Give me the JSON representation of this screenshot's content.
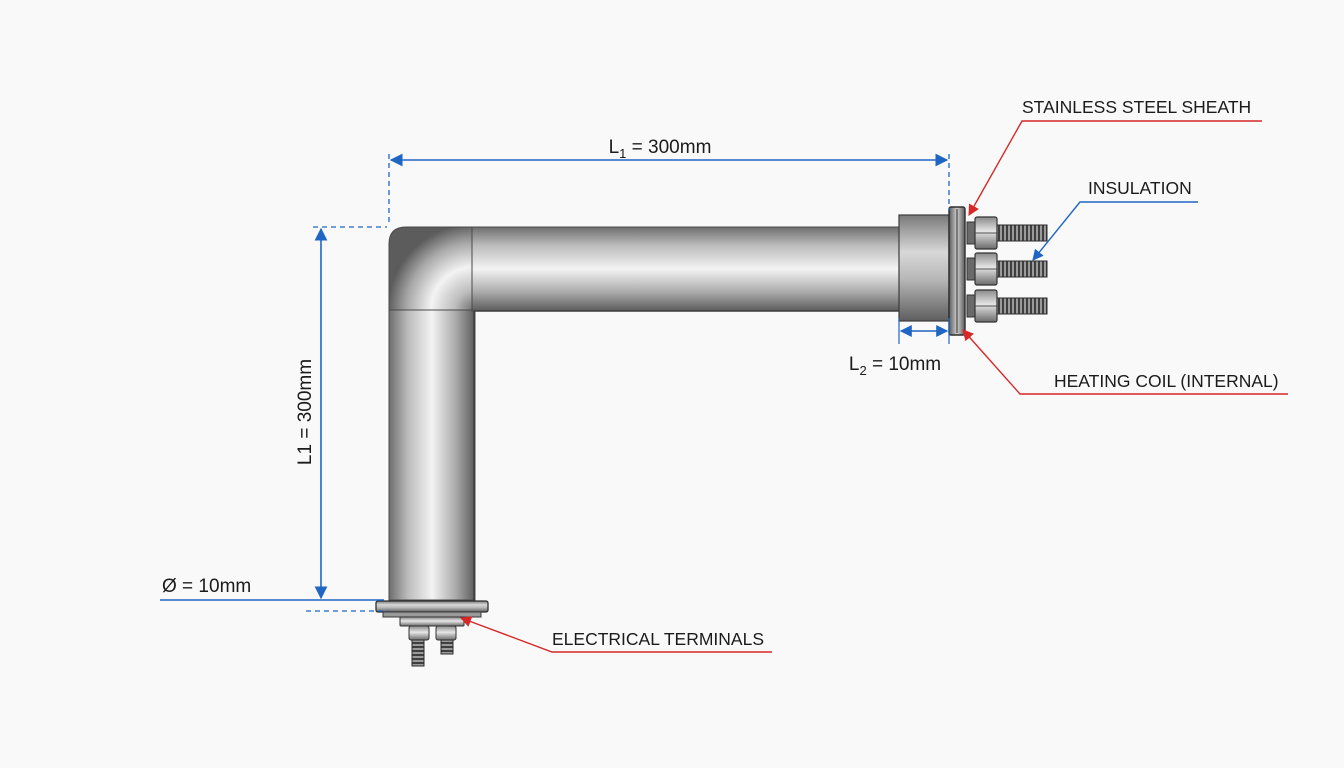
{
  "dimensions": {
    "horizontal": {
      "symbol": "L",
      "subscript": "1",
      "value": " = 300mm"
    },
    "vertical": {
      "text": "L1 = 300mm"
    },
    "flange": {
      "symbol": "L",
      "subscript": "2",
      "value": " = 10mm"
    },
    "diameter": {
      "text": "Ø = 10mm"
    }
  },
  "callouts": {
    "sheath": "STAINLESS STEEL SHEATH",
    "insulation": "INSULATION",
    "heating_coil": "HEATING COIL (INTERNAL)",
    "terminals": "ELECTRICAL TERMINALS"
  },
  "colors": {
    "dimension_line": "#1f66c4",
    "leader_red": "#d62828",
    "leader_blue": "#1f66c4",
    "metal_dark": "#5a5a5a",
    "metal_light": "#f2f2f2"
  }
}
